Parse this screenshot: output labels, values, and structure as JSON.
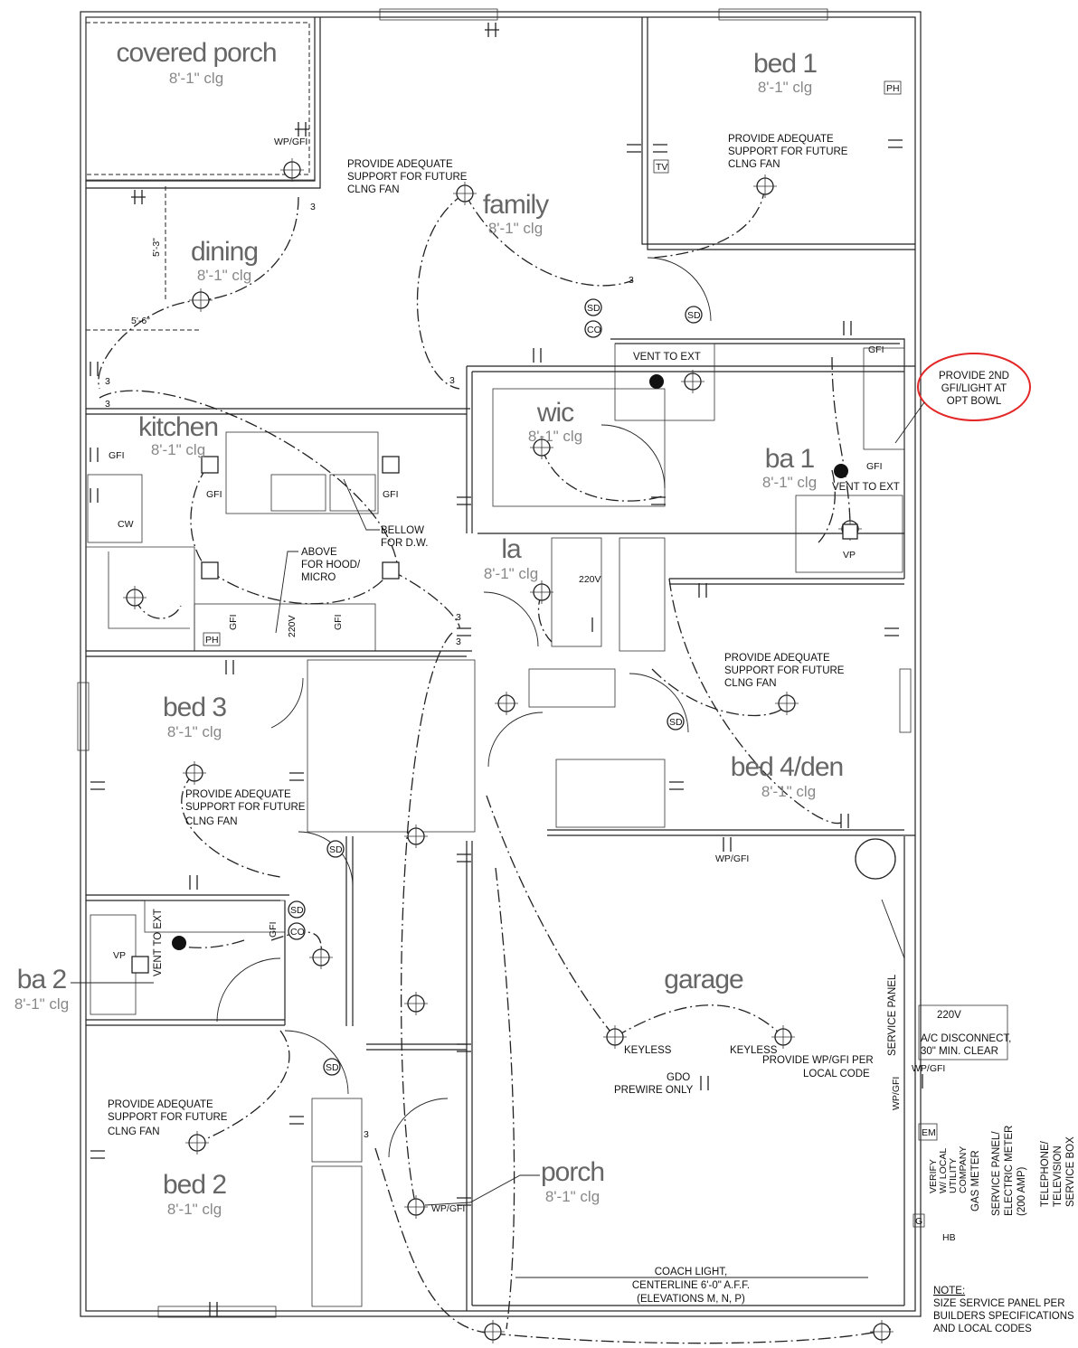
{
  "rooms": {
    "covered_porch": {
      "name": "covered porch",
      "ceiling": "8'-1\" clg"
    },
    "bed1": {
      "name": "bed 1",
      "ceiling": "8'-1\" clg"
    },
    "dining": {
      "name": "dining",
      "ceiling": "8'-1\" clg"
    },
    "family": {
      "name": "family",
      "ceiling": "8'-1\" clg"
    },
    "kitchen": {
      "name": "kitchen",
      "ceiling": "8'-1\" clg"
    },
    "wic": {
      "name": "wic",
      "ceiling": "8'-1\" clg"
    },
    "ba1": {
      "name": "ba 1",
      "ceiling": "8'-1\" clg"
    },
    "la": {
      "name": "la",
      "ceiling": "8'-1\" clg"
    },
    "bed3": {
      "name": "bed 3",
      "ceiling": "8'-1\" clg"
    },
    "bed4": {
      "name": "bed 4/den",
      "ceiling": "8'-1\" clg"
    },
    "garage": {
      "name": "garage"
    },
    "ba2": {
      "name": "ba 2",
      "ceiling": "8'-1\" clg"
    },
    "bed2": {
      "name": "bed 2",
      "ceiling": "8'-1\" clg"
    },
    "porch": {
      "name": "porch",
      "ceiling": "8'-1\" clg"
    }
  },
  "notes": {
    "fan_support": [
      "PROVIDE ADEQUATE",
      "SUPPORT FOR FUTURE",
      "CLNG FAN"
    ],
    "vent_to_ext": "VENT TO EXT",
    "callout": [
      "PROVIDE 2ND",
      "GFI/LIGHT AT",
      "OPT BOWL"
    ],
    "above_hood": [
      "ABOVE",
      "FOR HOOD/",
      "MICRO"
    ],
    "bellow_dw": [
      "BELLOW",
      "FOR D.W."
    ],
    "keyless": "KEYLESS",
    "gdo": [
      "GDO",
      "PREWIRE ONLY"
    ],
    "provide_wp": [
      "PROVIDE WP/GFI PER",
      "LOCAL CODE"
    ],
    "ac": [
      "220V",
      "A/C DISCONNECT,",
      "30\" MIN. CLEAR"
    ],
    "coach": [
      "COACH LIGHT,",
      "CENTERLINE 6'-0\" A.F.F.",
      "(ELEVATIONS M, N, P)"
    ],
    "note_title": "NOTE:",
    "note_lines": [
      "SIZE SERVICE PANEL PER",
      "BUILDERS SPECIFICATIONS",
      "AND LOCAL CODES"
    ],
    "service_panel": "SERVICE PANEL",
    "verify": [
      "VERIFY",
      "W/ LOCAL",
      "UTILITY",
      "COMPANY"
    ],
    "gas_meter": "GAS METER",
    "service_electric": [
      "SERVICE PANEL/",
      "ELECTRIC METER",
      "(200 AMP)"
    ],
    "telephone": [
      "TELEPHONE/",
      "TELEVISION",
      "SERVICE BOX"
    ]
  },
  "dims": {
    "d1": "5'-3\"",
    "d2": "5'-6\""
  },
  "labels": {
    "wpgfi": "WP/GFI",
    "gfi": "GFI",
    "sd": "SD",
    "co": "CO",
    "tv": "TV",
    "ph": "PH",
    "vp": "VP",
    "cw": "CW",
    "v220": "220V",
    "hb": "HB",
    "em": "EM",
    "g": "G",
    "three": "3"
  }
}
